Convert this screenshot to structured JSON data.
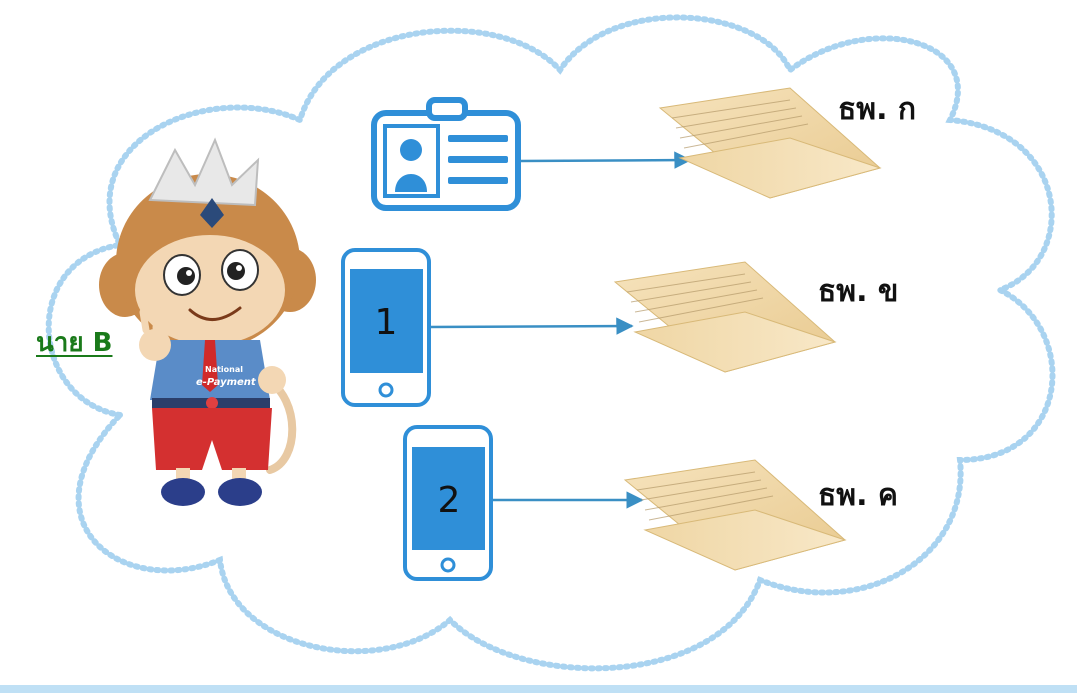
{
  "person": {
    "name": "นาย B",
    "shirt_text_1": "National",
    "shirt_text_2": "e-Payment"
  },
  "devices": [
    {
      "label": "1"
    },
    {
      "label": "2"
    }
  ],
  "banks": [
    {
      "label": "ธพ. ก"
    },
    {
      "label": "ธพ. ข"
    },
    {
      "label": "ธพ. ค"
    }
  ],
  "colors": {
    "accent_blue": "#2f8fd8",
    "cloud_dots": "#a9d3f0",
    "arrow": "#3a8fc4",
    "label_green": "#1a7a1a",
    "passbook": "#f2d9a8"
  }
}
